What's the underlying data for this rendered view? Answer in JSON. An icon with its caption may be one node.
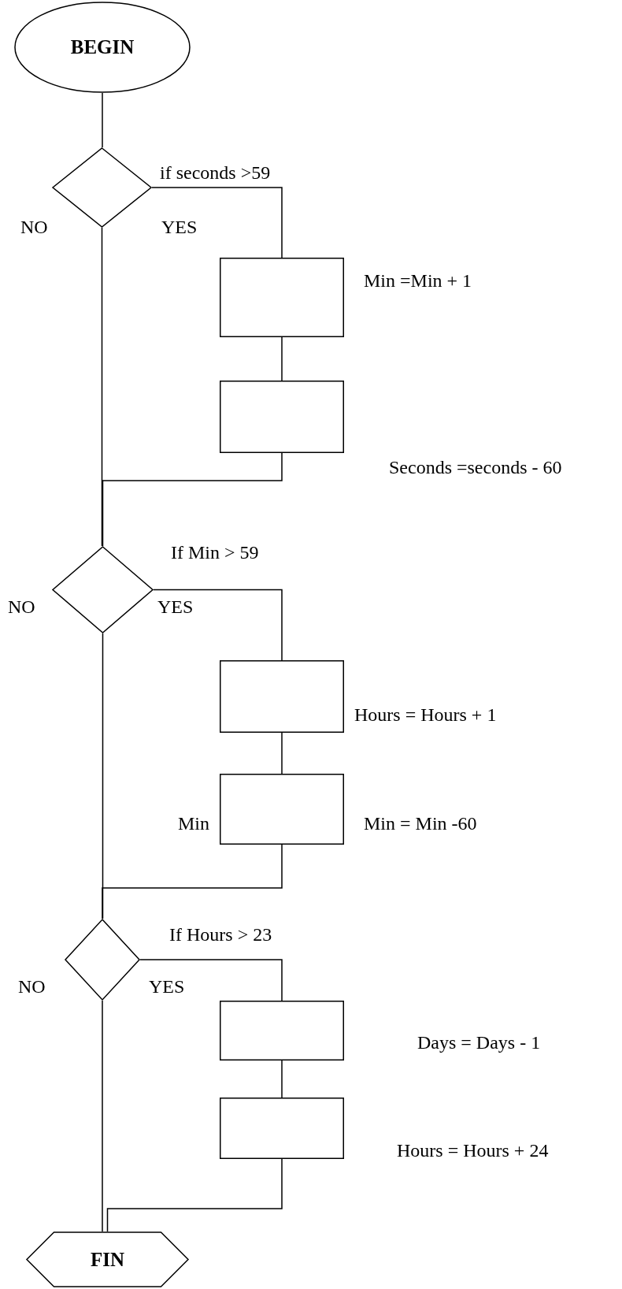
{
  "diagram": {
    "nodes": [
      {
        "text": [
          "BEGIN"
        ]
      },
      {
        "text": [],
        "shape": "diamond",
        "beside": [
          "if seconds  >59"
        ]
      },
      {
        "text": [],
        "shape": "box",
        "beside": [
          "Min =Min + 1"
        ]
      },
      {
        "text": [],
        "shape": "box",
        "beside": [
          "Seconds =seconds - 60"
        ]
      },
      {
        "text": [],
        "shape": "diamond",
        "beside": [
          "If Min > 59"
        ]
      },
      {
        "text": [],
        "shape": "box",
        "beside": [
          "Hours = Hours + 1"
        ]
      },
      {
        "text": [],
        "shape": "box",
        "beside": [
          "Min",
          "Min = Min -60"
        ]
      },
      {
        "text": [],
        "shape": "diamond",
        "beside": [
          "If Hours > 23"
        ]
      },
      {
        "text": [],
        "shape": "box",
        "beside": [
          "Days = Days - 1"
        ]
      },
      {
        "text": [],
        "shape": "box",
        "beside": [
          "Hours = Hours + 24"
        ]
      },
      {
        "text": [
          "FIN"
        ]
      }
    ],
    "edges": [
      {
        "from": 0,
        "to": 1,
        "arrow": "none"
      },
      {
        "from": 1,
        "to": 2,
        "arrow": "none",
        "label": "YES"
      },
      {
        "from": 2,
        "to": 3,
        "arrow": "none"
      },
      {
        "from": 3,
        "to": 4,
        "arrow": "none"
      },
      {
        "from": 1,
        "to": 4,
        "arrow": "none",
        "label": "NO"
      },
      {
        "from": 4,
        "to": 5,
        "arrow": "none",
        "label": "YES"
      },
      {
        "from": 5,
        "to": 6,
        "arrow": "none"
      },
      {
        "from": 6,
        "to": 7,
        "arrow": "none"
      },
      {
        "from": 4,
        "to": 7,
        "arrow": "none",
        "label": "NO"
      },
      {
        "from": 7,
        "to": 8,
        "arrow": "none",
        "label": "YES"
      },
      {
        "from": 8,
        "to": 9,
        "arrow": "none"
      },
      {
        "from": 9,
        "to": 10,
        "arrow": "none"
      },
      {
        "from": 7,
        "to": 10,
        "arrow": "none",
        "label": "NO"
      }
    ]
  }
}
